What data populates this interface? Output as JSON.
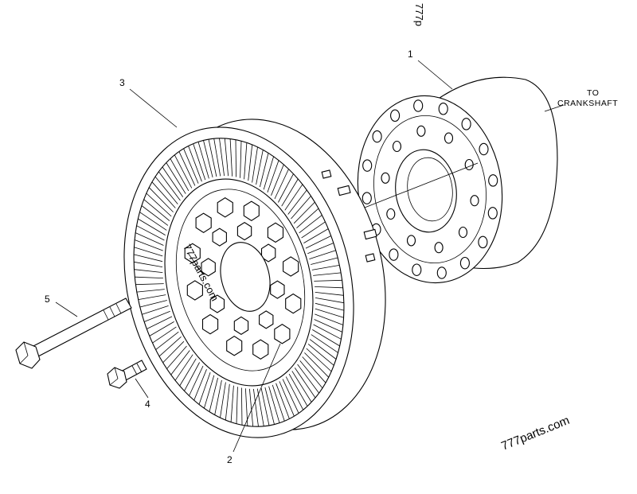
{
  "callouts": {
    "c1": "1",
    "c2": "2",
    "c3": "3",
    "c4": "4",
    "c5": "5"
  },
  "note": {
    "line1": "TO",
    "line2": "CRANKSHAFT"
  },
  "watermark": {
    "bottom": "777parts.com",
    "center": "777parts.com",
    "top_edge": "777p"
  }
}
